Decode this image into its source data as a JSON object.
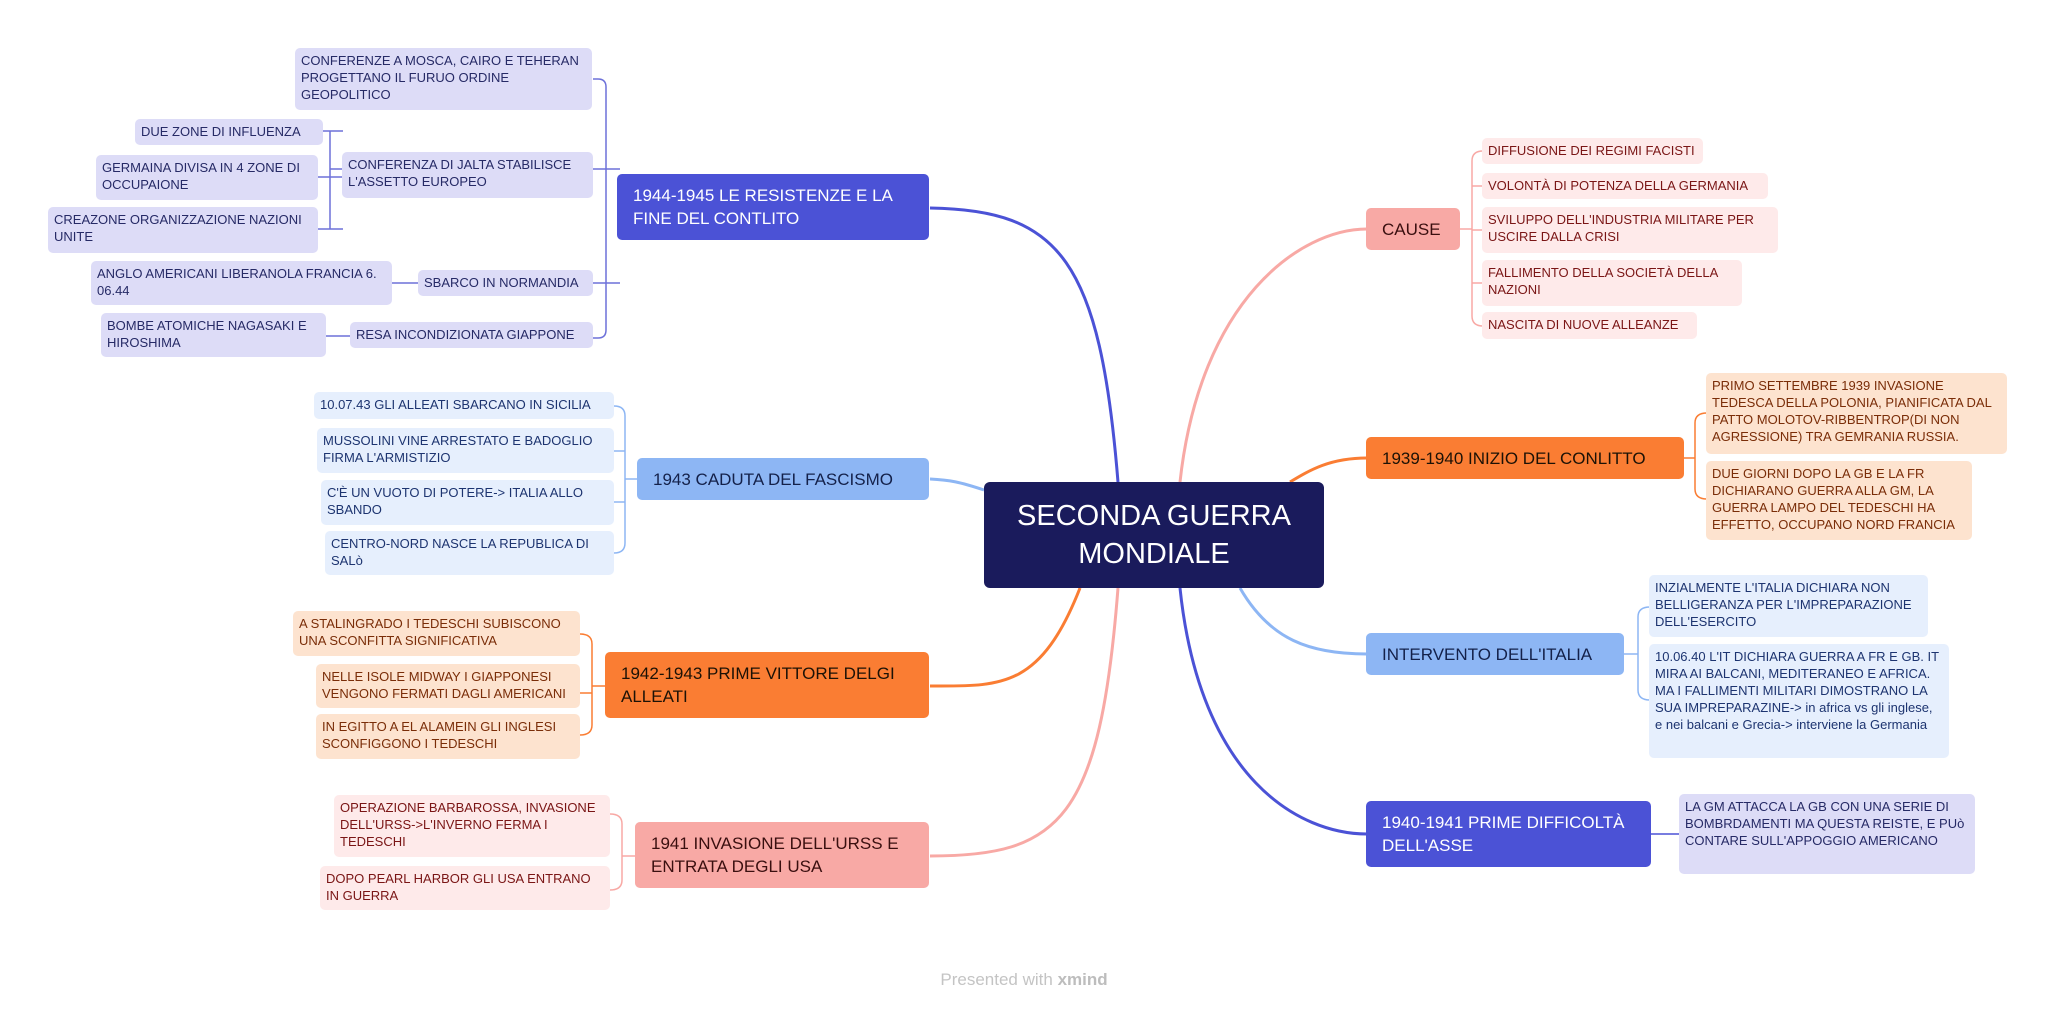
{
  "center": {
    "title": "SECONDA GUERRA MONDIALE"
  },
  "colors": {
    "center": "#1a1b5c",
    "blue": "#4b52d6",
    "light_blue": "#8db6f4",
    "orange": "#fa7d33",
    "pink": "#f8a9a5"
  },
  "branches": {
    "b1": {
      "title": "1944-1945 LE RESISTENZE E LA FINE DEL CONTLITO",
      "items": {
        "i1": {
          "text": "CONFERENZE A MOSCA, CAIRO E TEHERAN PROGETTANO IL FURUO ORDINE GEOPOLITICO"
        },
        "i2": {
          "text": "CONFERENZA DI JALTA STABILISCE L'ASSETTO EUROPEO",
          "sub": [
            "DUE ZONE DI INFLUENZA",
            "GERMAINA DIVISA IN 4 ZONE DI OCCUPAIONE",
            "CREAZONE ORGANIZZAZIONE NAZIONI UNITE"
          ]
        },
        "i3": {
          "text": "SBARCO IN NORMANDIA",
          "sub": [
            "ANGLO AMERICANI LIBERANOLA FRANCIA 6. 06.44"
          ]
        },
        "i4": {
          "text": "RESA INCONDIZIONATA GIAPPONE",
          "sub": [
            "BOMBE ATOMICHE NAGASAKI E HIROSHIMA"
          ]
        }
      }
    },
    "b2": {
      "title": "1943 CADUTA DEL FASCISMO",
      "items": [
        "10.07.43 GLI ALLEATI SBARCANO IN SICILIA",
        "MUSSOLINI VINE ARRESTATO E BADOGLIO FIRMA L'ARMISTIZIO",
        "C'È UN VUOTO DI POTERE-> ITALIA ALLO SBANDO",
        "CENTRO-NORD NASCE LA REPUBLICA DI SALò"
      ]
    },
    "b3": {
      "title": "1942-1943 PRIME VITTORE DELGI ALLEATI",
      "items": [
        "A STALINGRADO I TEDESCHI SUBISCONO UNA SCONFITTA SIGNIFICATIVA",
        "NELLE ISOLE MIDWAY I GIAPPONESI VENGONO FERMATI DAGLI AMERICANI",
        "IN EGITTO A EL ALAMEIN GLI INGLESI SCONFIGGONO I TEDESCHI"
      ]
    },
    "b4": {
      "title": "1941 INVASIONE DELL'URSS E ENTRATA DEGLI USA",
      "items": [
        "OPERAZIONE BARBAROSSA, INVASIONE DELL'URSS->L'INVERNO FERMA I TEDESCHI",
        "DOPO PEARL HARBOR GLI USA ENTRANO IN GUERRA"
      ]
    },
    "b5": {
      "title": "CAUSE",
      "items": [
        "DIFFUSIONE DEI REGIMI FACISTI",
        "VOLONTÀ DI POTENZA DELLA GERMANIA",
        "SVILUPPO DELL'INDUSTRIA MILITARE PER USCIRE DALLA CRISI",
        "FALLIMENTO DELLA SOCIETÀ DELLA NAZIONI",
        "NASCITA DI NUOVE ALLEANZE"
      ]
    },
    "b6": {
      "title": "1939-1940 INIZIO DEL CONLITTO",
      "items": [
        "PRIMO SETTEMBRE 1939 INVASIONE TEDESCA DELLA POLONIA, PIANIFICATA DAL PATTO MOLOTOV-RIBBENTROP(DI NON AGRESSIONE) TRA GEMRANIA RUSSIA.",
        "DUE GIORNI DOPO LA GB E LA FR DICHIARANO GUERRA ALLA GM, LA GUERRA LAMPO DEL TEDESCHI HA EFFETTO, OCCUPANO NORD FRANCIA"
      ]
    },
    "b7": {
      "title": "INTERVENTO DELL'ITALIA",
      "items": [
        "INZIALMENTE L'ITALIA DICHIARA NON BELLIGERANZA PER L'IMPREPARAZIONE DELL'ESERCITO",
        "10.06.40 L'IT DICHIARA GUERRA A FR E GB. IT MIRA AI BALCANI, MEDITERANEO E AFRICA. MA I FALLIMENTI MILITARI DIMOSTRANO LA SUA IMPREPARAZINE-> in africa vs gli inglese, e nei balcani e Grecia-> interviene la Germania"
      ]
    },
    "b8": {
      "title": "1940-1941 PRIME DIFFICOLTÀ DELL'ASSE",
      "items": [
        "LA GM ATTACCA LA GB CON UNA SERIE DI BOMBRDAMENTI MA QUESTA REISTE, E PUò CONTARE SULL'APPOGGIO AMERICANO"
      ]
    }
  },
  "footer": {
    "prefix": "Presented with",
    "brand": "xmind"
  }
}
